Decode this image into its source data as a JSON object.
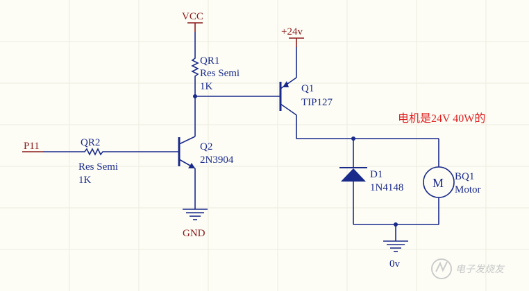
{
  "power": {
    "vcc": "VCC",
    "v24": "+24v",
    "gnd": "GND",
    "zero": "0v"
  },
  "net": {
    "p11": "P11"
  },
  "components": {
    "qr1": {
      "ref": "QR1",
      "type": "Res Semi",
      "value": "1K"
    },
    "qr2": {
      "ref": "QR2",
      "type": "Res Semi",
      "value": "1K"
    },
    "q1": {
      "ref": "Q1",
      "part": "TIP127"
    },
    "q2": {
      "ref": "Q2",
      "part": "2N3904"
    },
    "d1": {
      "ref": "D1",
      "part": "1N4148"
    },
    "bq1": {
      "ref": "BQ1",
      "part": "Motor",
      "symbol": "M"
    }
  },
  "annotation": "电机是24V 40W的",
  "watermark": "电子发烧友",
  "colors": {
    "wire": "#1a2a8a",
    "power_label": "#8b1a1a",
    "annotation": "#e02020"
  }
}
